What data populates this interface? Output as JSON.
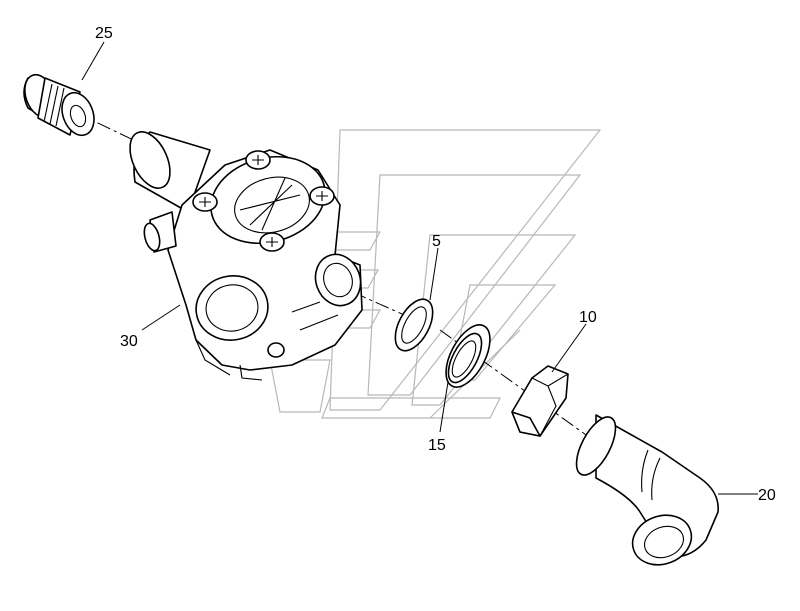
{
  "diagram": {
    "callouts": [
      {
        "id": "25",
        "label": "25"
      },
      {
        "id": "5",
        "label": "5"
      },
      {
        "id": "10",
        "label": "10"
      },
      {
        "id": "30",
        "label": "30"
      },
      {
        "id": "15",
        "label": "15"
      },
      {
        "id": "20",
        "label": "20"
      }
    ],
    "colors": {
      "line": "#000000",
      "watermark": "#b8b8b8",
      "background": "#ffffff"
    }
  }
}
